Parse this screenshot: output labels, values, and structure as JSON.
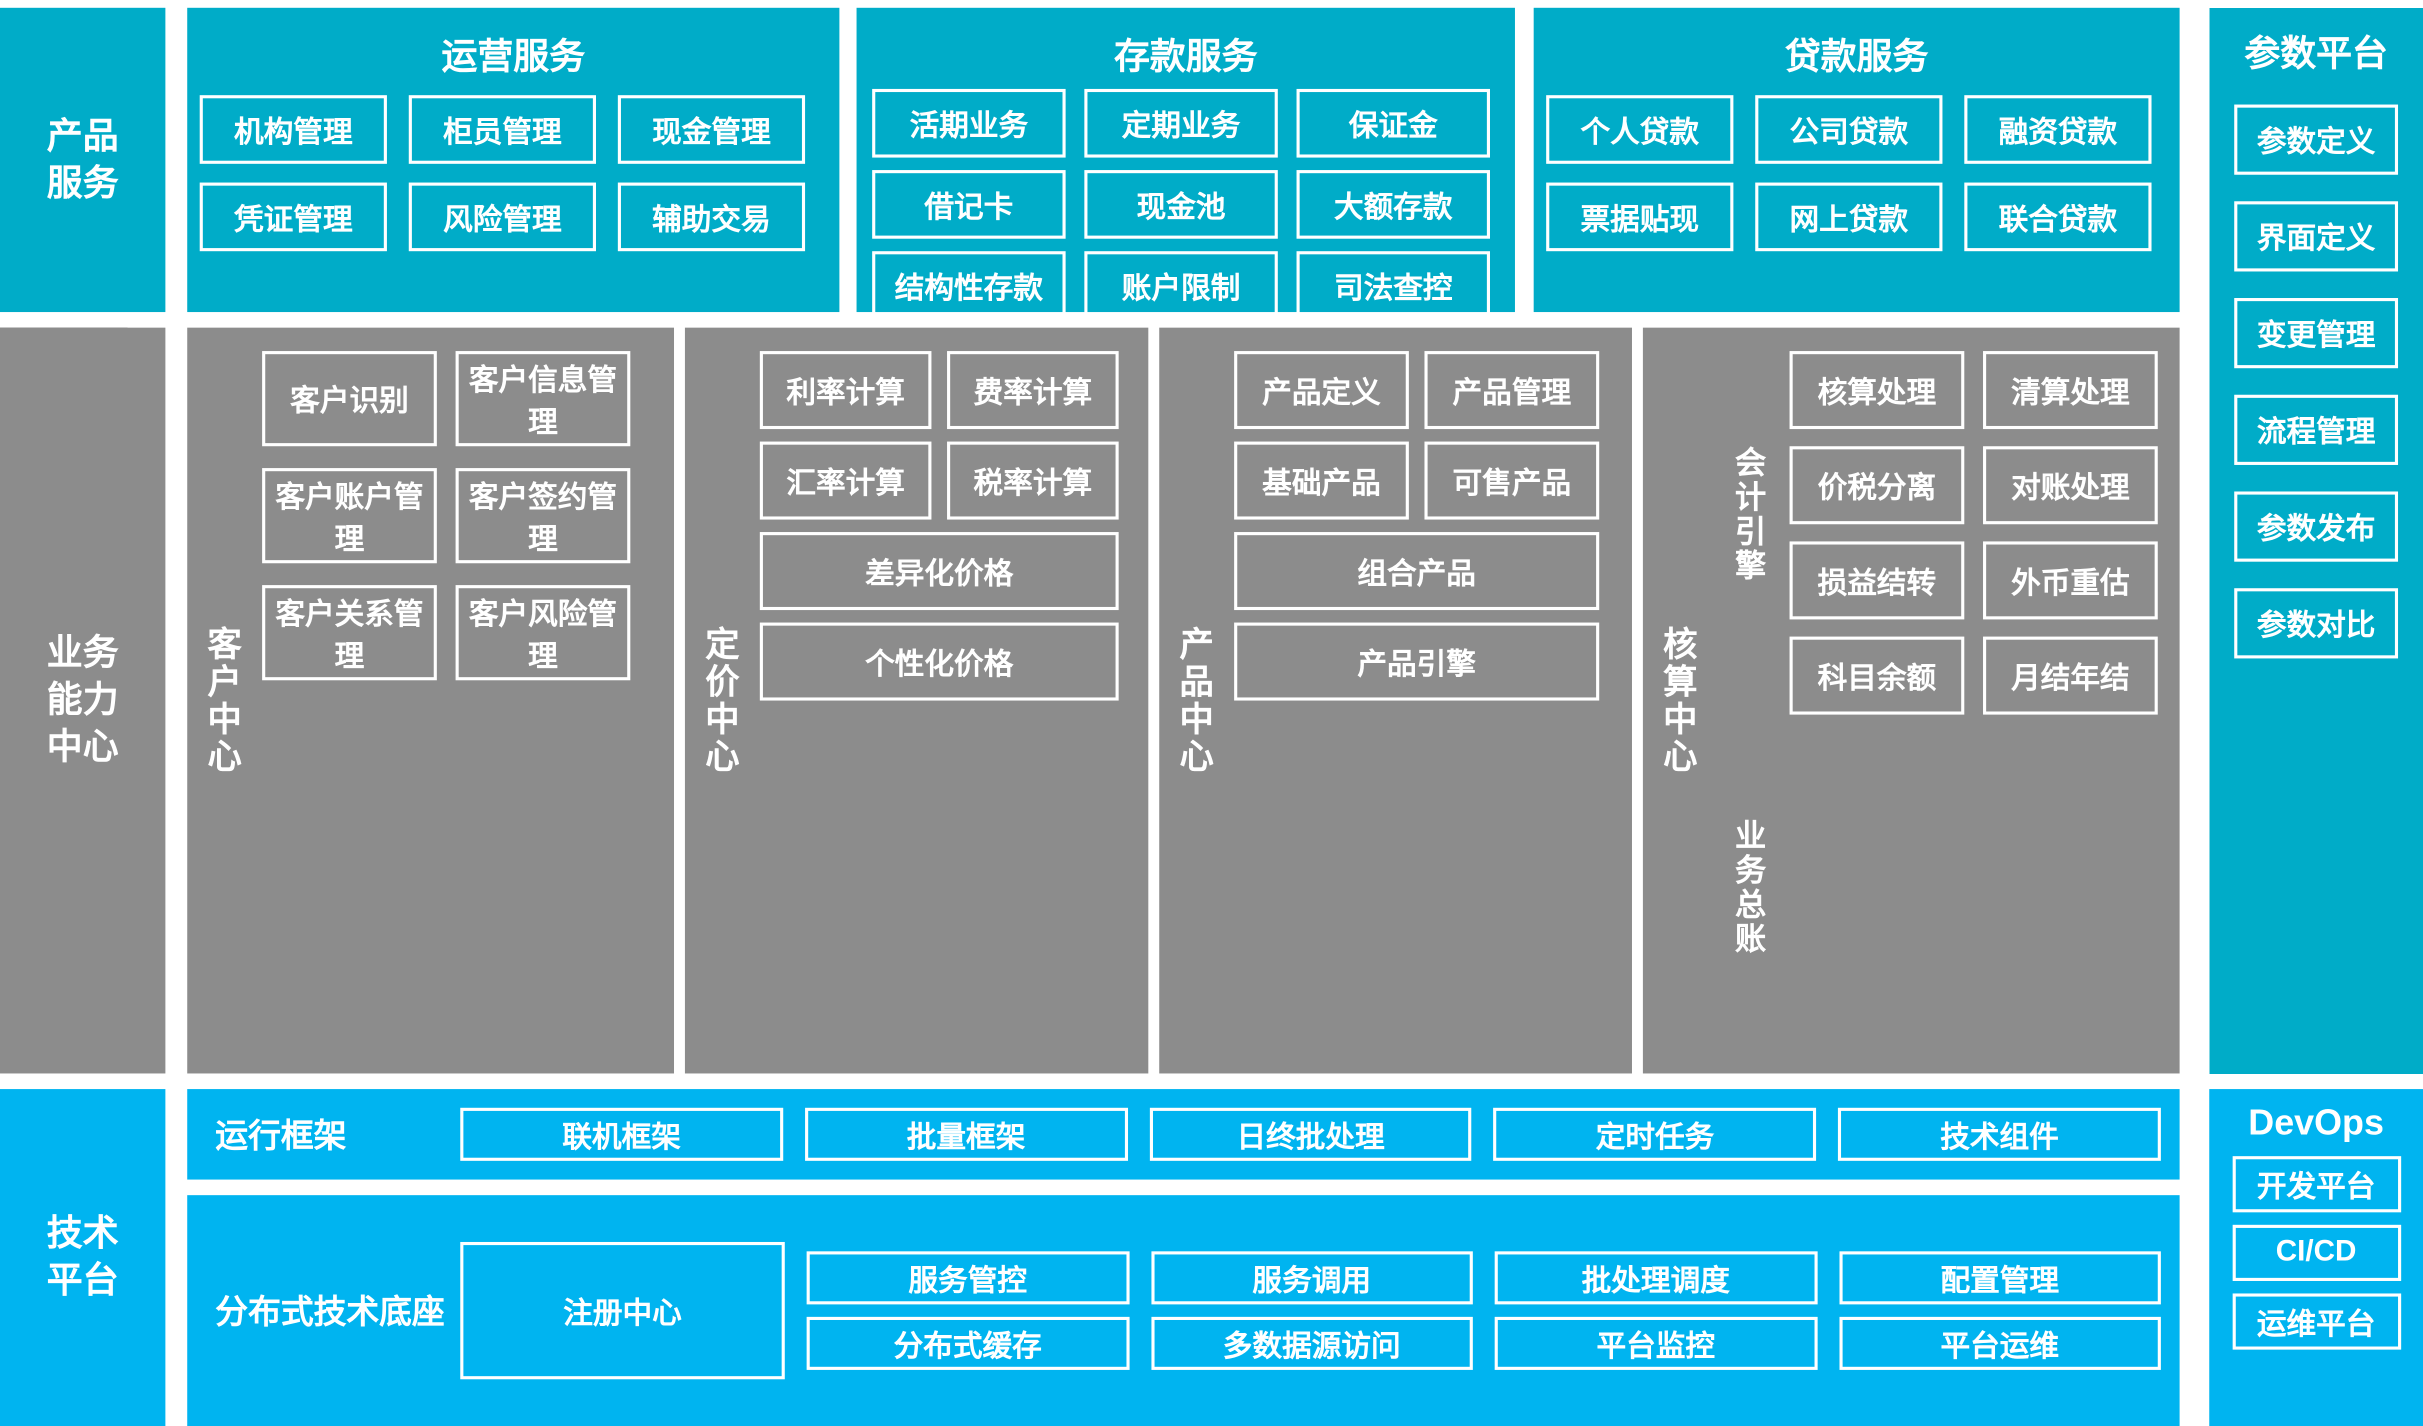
{
  "colors": {
    "teal": "#00ACC8",
    "gray": "#8C8C8C",
    "cyan": "#00B4F0",
    "outline": "#FFFFFF"
  },
  "rows": {
    "product": {
      "rail_label": "产品\n服务",
      "groups": [
        {
          "title": "运营服务",
          "items": [
            "机构管理",
            "柜员管理",
            "现金管理",
            "凭证管理",
            "风险管理",
            "辅助交易"
          ]
        },
        {
          "title": "存款服务",
          "items": [
            "活期业务",
            "定期业务",
            "保证金",
            "借记卡",
            "现金池",
            "大额存款",
            "结构性存款",
            "账户限制",
            "司法查控"
          ]
        },
        {
          "title": "贷款服务",
          "items": [
            "个人贷款",
            "公司贷款",
            "融资贷款",
            "票据贴现",
            "网上贷款",
            "联合贷款"
          ]
        }
      ]
    },
    "capability": {
      "rail_label": "业务\n能力\n中心",
      "centers": [
        {
          "vlabel": "客户中心",
          "items": [
            "客户识别",
            "客户信息管理",
            "客户账户管理",
            "客户签约管理",
            "客户关系管理",
            "客户风险管理"
          ]
        },
        {
          "vlabel": "定价中心",
          "half_items": [
            "利率计算",
            "费率计算",
            "汇率计算",
            "税率计算"
          ],
          "full_items": [
            "差异化价格",
            "个性化价格"
          ]
        },
        {
          "vlabel": "产品中心",
          "half_items": [
            "产品定义",
            "产品管理",
            "基础产品",
            "可售产品"
          ],
          "full_items": [
            "组合产品",
            "产品引擎"
          ]
        },
        {
          "vlabel": "核算中心",
          "sub_labels": [
            "会计引擎",
            "业务总账"
          ],
          "items": [
            "核算处理",
            "清算处理",
            "价税分离",
            "对账处理",
            "损益结转",
            "外币重估",
            "科目余额",
            "月结年结"
          ]
        }
      ]
    },
    "tech": {
      "rail_label": "技术\n平台",
      "runtime": {
        "label": "运行框架",
        "items": [
          "联机框架",
          "批量框架",
          "日终批处理",
          "定时任务",
          "技术组件"
        ]
      },
      "base": {
        "label": "分布式技术底座",
        "registry": "注册中心",
        "columns": [
          {
            "top": "服务管控",
            "bottom": "分布式缓存"
          },
          {
            "top": "服务调用",
            "bottom": "多数据源访问"
          },
          {
            "top": "批处理调度",
            "bottom": "平台监控"
          },
          {
            "top": "配置管理",
            "bottom": "平台运维"
          }
        ]
      }
    }
  },
  "param_platform": {
    "title": "参数平台",
    "items": [
      "参数定义",
      "界面定义",
      "变更管理",
      "流程管理",
      "参数发布",
      "参数对比"
    ]
  },
  "devops": {
    "title": "DevOps",
    "items": [
      "开发平台",
      "CI/CD",
      "运维平台"
    ]
  }
}
